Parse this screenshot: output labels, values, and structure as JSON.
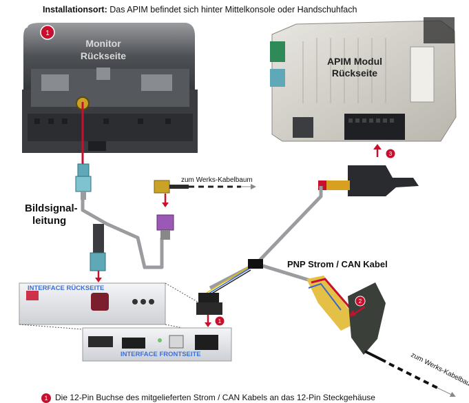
{
  "header": {
    "label": "Installationsort:",
    "text": " Das APIM befindet sich hinter Mittelkonsole oder Handschuhfach"
  },
  "monitor": {
    "line1": "Monitor",
    "line2": "Rückseite",
    "badge": "1"
  },
  "apim": {
    "line1": "APIM Modul",
    "line2": "Rückseite"
  },
  "labels": {
    "bildsignal_1": "Bildsignal-",
    "bildsignal_2": "leitung",
    "werks_kabelbaum_top": "zum Werks-Kabelbaum",
    "werks_kabelbaum_bottom": "zum Werks-Kabelbaum",
    "pnp": "PNP Strom / CAN Kabel",
    "interface_rueck": "INTERFACE RÜCKSEITE",
    "interface_front": "INTERFACE FRONTSEITE"
  },
  "markers": {
    "m1": "1",
    "m2": "2",
    "m3": "3",
    "m1b": "1"
  },
  "footer": {
    "badge": "1",
    "text": "Die 12-Pin Buchse des mitgelieferten Strom / CAN Kabels an das 12-Pin Steckgehäuse"
  },
  "colors": {
    "accent_red": "#c8102e",
    "fakra_blue": "#5fa8b8",
    "fakra_violet": "#9b59b6",
    "fakra_curry": "#c9a227",
    "fakra_bordeaux": "#7b1e2e",
    "interface_title": "#3b6fd6"
  }
}
